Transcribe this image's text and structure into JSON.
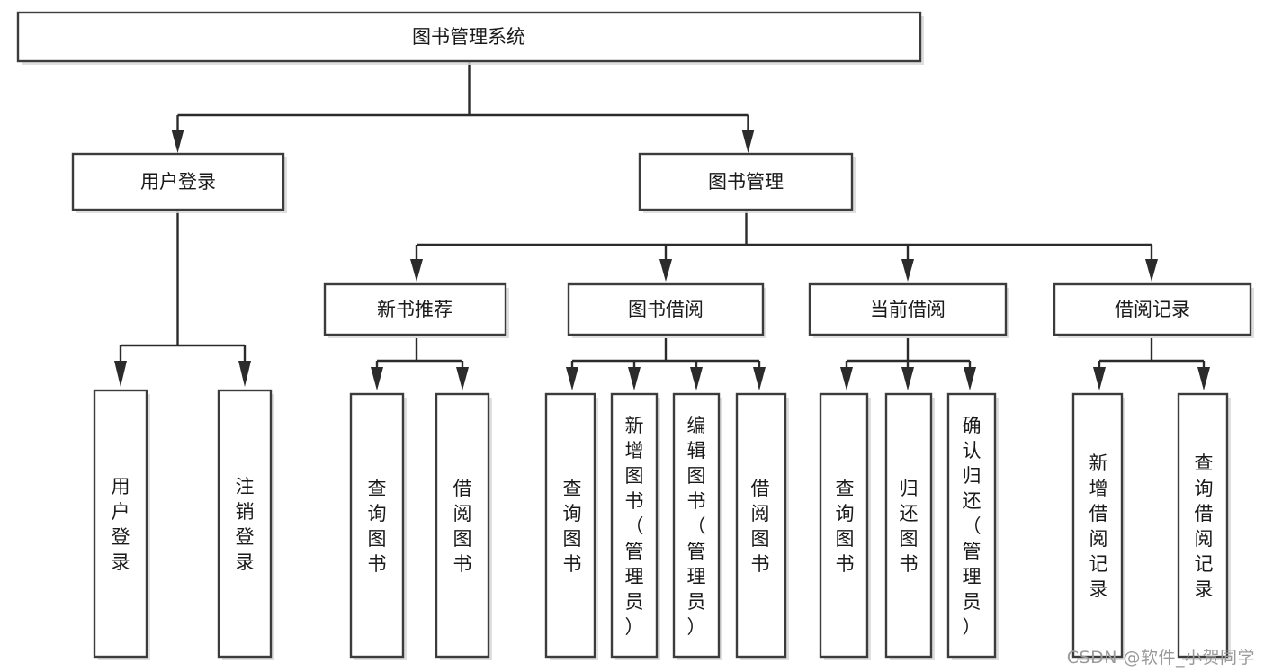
{
  "diagram": {
    "type": "tree",
    "title": "图书管理系统",
    "orientation": "top-down",
    "colors": {
      "box_stroke": "#3c3c3c",
      "box_fill": "#ffffff",
      "edge": "#2b2b2b",
      "text": "#1a1a1a",
      "watermark": "#9a9a9a"
    },
    "root": {
      "label": "图书管理系统",
      "level": 0
    },
    "level1": [
      {
        "label": "用户登录"
      },
      {
        "label": "图书管理"
      }
    ],
    "level2": [
      {
        "label": "新书推荐",
        "parent": "图书管理"
      },
      {
        "label": "图书借阅",
        "parent": "图书管理"
      },
      {
        "label": "当前借阅",
        "parent": "图书管理"
      },
      {
        "label": "借阅记录",
        "parent": "图书管理"
      }
    ],
    "leaves": {
      "用户登录": [
        {
          "label": "用户登录"
        },
        {
          "label": "注销登录"
        }
      ],
      "新书推荐": [
        {
          "label": "查询图书"
        },
        {
          "label": "借阅图书"
        }
      ],
      "图书借阅": [
        {
          "label": "查询图书"
        },
        {
          "label": "新增图书（管理员）"
        },
        {
          "label": "编辑图书（管理员）"
        },
        {
          "label": "借阅图书"
        }
      ],
      "当前借阅": [
        {
          "label": "查询图书"
        },
        {
          "label": "归还图书"
        },
        {
          "label": "确认归还（管理员）"
        }
      ],
      "借阅记录": [
        {
          "label": "新增借阅记录"
        },
        {
          "label": "查询借阅记录"
        }
      ]
    }
  },
  "watermark": {
    "text": "CSDN @软件_小贺同学"
  }
}
